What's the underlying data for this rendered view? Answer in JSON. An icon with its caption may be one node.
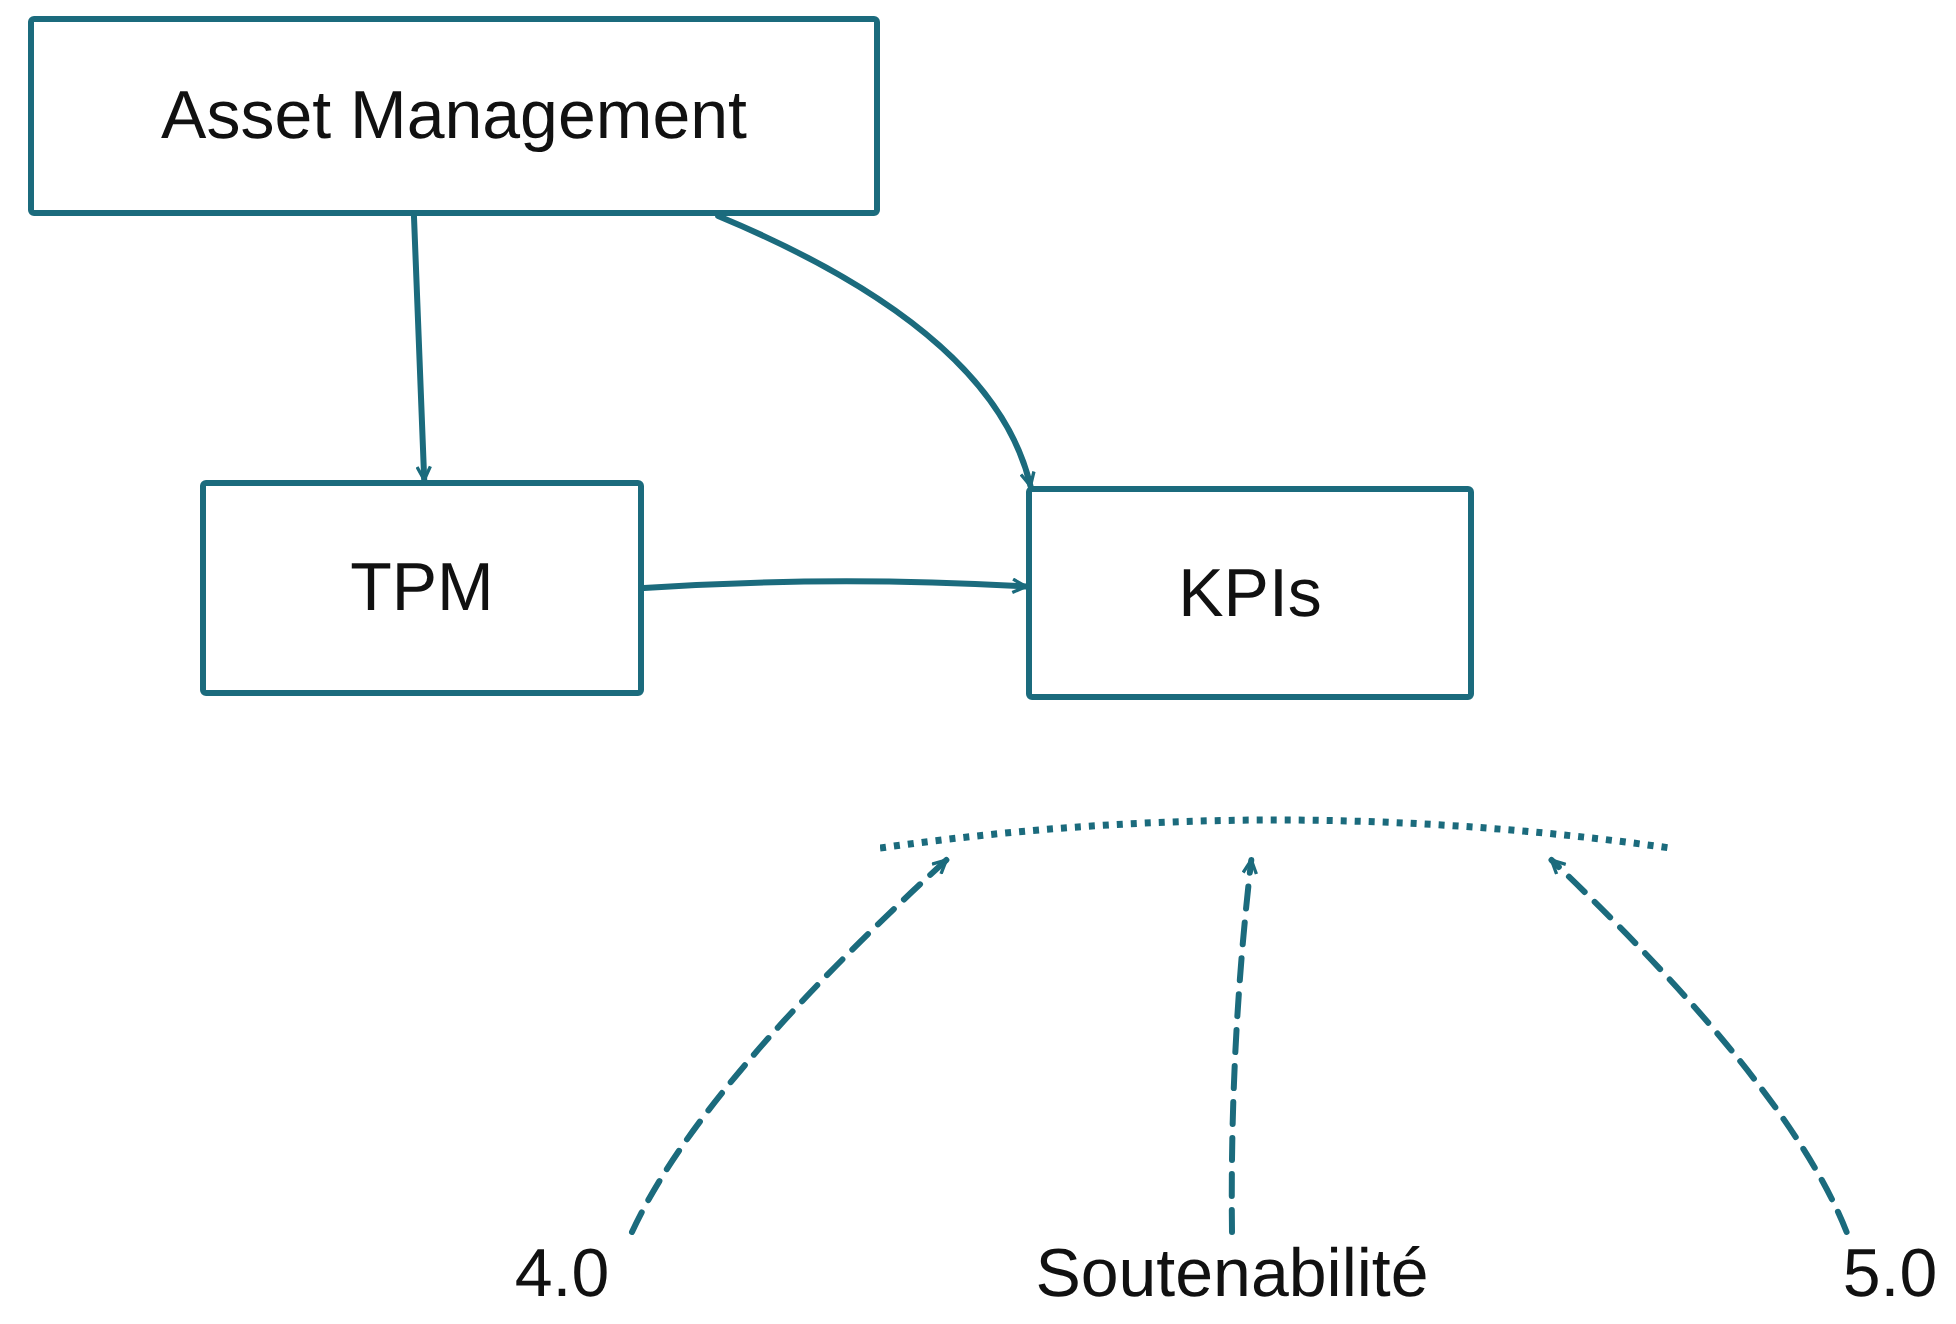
{
  "diagram": {
    "nodes": [
      {
        "text": [
          "Asset Management"
        ]
      },
      {
        "text": [
          "TPM"
        ]
      },
      {
        "text": [
          "KPIs"
        ]
      },
      {
        "text": [],
        "shape": "bar"
      },
      {
        "text": [
          "4.0"
        ]
      },
      {
        "text": [
          "Soutenabilité"
        ]
      },
      {
        "text": [
          "5.0"
        ]
      }
    ],
    "edges": [
      {
        "from": 0,
        "to": 1,
        "arrow": "to"
      },
      {
        "from": 0,
        "to": 2,
        "arrow": "to"
      },
      {
        "from": 1,
        "to": 2,
        "arrow": "to"
      },
      {
        "from": 4,
        "to": 3,
        "arrow": "to",
        "style": "dashed"
      },
      {
        "from": 5,
        "to": 3,
        "arrow": "to",
        "style": "dashed"
      },
      {
        "from": 6,
        "to": 3,
        "arrow": "to",
        "style": "dashed"
      }
    ]
  }
}
